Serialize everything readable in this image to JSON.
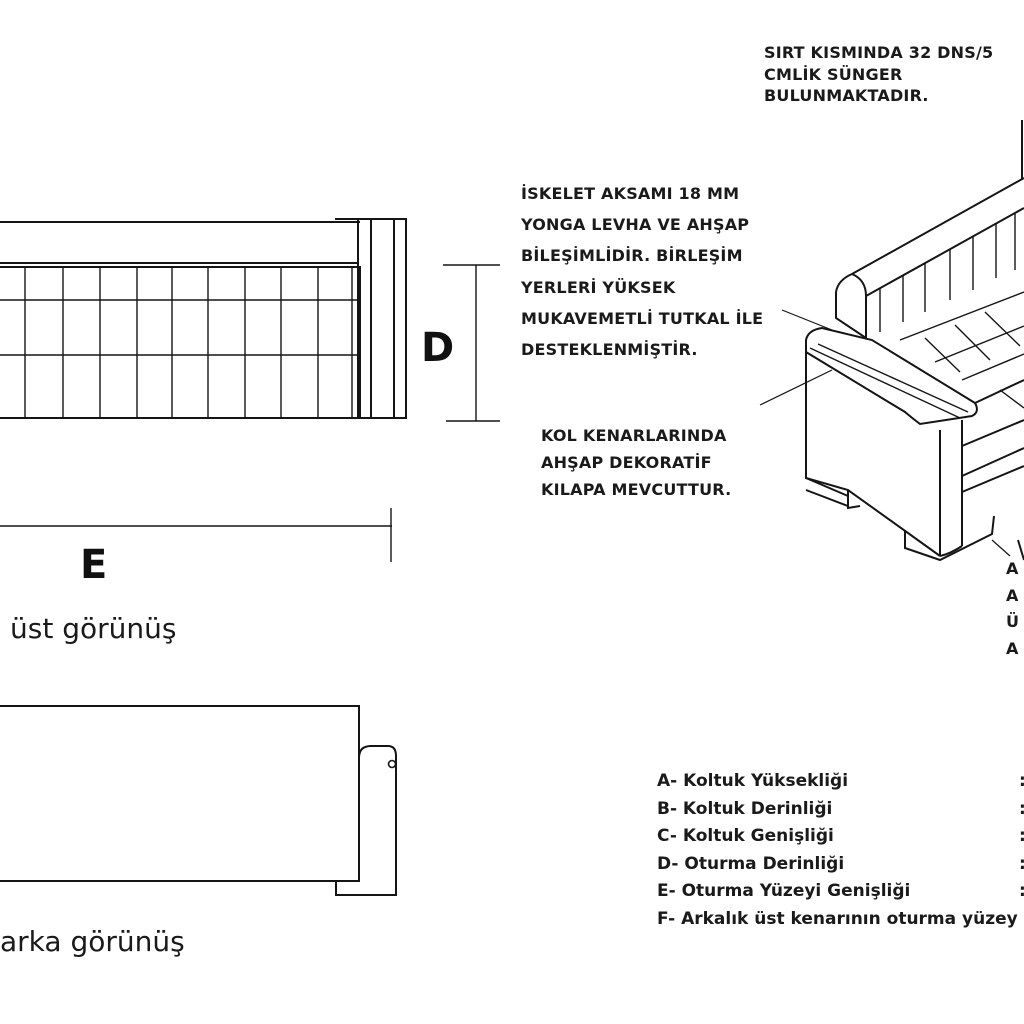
{
  "notes": {
    "sirt": [
      "SIRT KISMINDA 32 DNS/5",
      "CMLİK SÜNGER",
      "BULUNMAKTADIR."
    ],
    "iskelet": [
      "İSKELET AKSAMI 18 MM",
      "YONGA LEVHA VE AHŞAP",
      "BİLEŞİMLİDİR. BİRLEŞİM",
      "YERLERİ YÜKSEK",
      "MUKAVEMETLİ TUTKAL İLE",
      "DESTEKLENMİŞTİR."
    ],
    "kol": [
      "KOL KENARLARINDA",
      "AHŞAP DEKORATİF",
      "KILAPA MEVCUTTUR."
    ],
    "cut_fragment": [
      "A",
      "A",
      "Ü",
      "A"
    ]
  },
  "dimensions": {
    "d_label": "D",
    "e_label": "E"
  },
  "captions": {
    "top_view": "üst görünüş",
    "back_view": "arka görünüş"
  },
  "legend": [
    {
      "text": "A- Koltuk Yüksekliği",
      "colon": ":"
    },
    {
      "text": "B- Koltuk Derinliği",
      "colon": ":"
    },
    {
      "text": "C- Koltuk Genişliği",
      "colon": ":"
    },
    {
      "text": "D- Oturma Derinliği",
      "colon": ":"
    },
    {
      "text": "E- Oturma Yüzeyi Genişliği",
      "colon": ":"
    },
    {
      "text": "F- Arkalık üst kenarının oturma yüzey",
      "colon": ""
    }
  ]
}
